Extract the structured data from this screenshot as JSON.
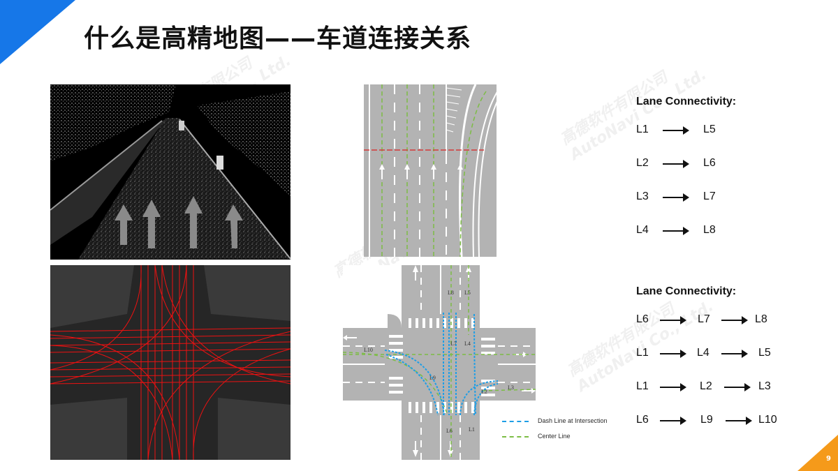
{
  "title": "什么是高精地图——车道连接关系",
  "page_number": "9",
  "watermark": {
    "cn": "高德软件有限公司",
    "en": "AutoNavi Co., Ltd."
  },
  "colors": {
    "accent_blue": "#1677e8",
    "accent_orange": "#f59a1a",
    "center_line": "#7cbd45",
    "dash_line": "#1e9ee6",
    "road": "#b3b3b3"
  },
  "connectivity_top": {
    "title": "Lane Connectivity:",
    "rows": [
      {
        "from": "L1",
        "to": "L5"
      },
      {
        "from": "L2",
        "to": "L6"
      },
      {
        "from": "L3",
        "to": "L7"
      },
      {
        "from": "L4",
        "to": "L8"
      }
    ]
  },
  "connectivity_bottom": {
    "title": "Lane Connectivity:",
    "rows": [
      {
        "a": "L6",
        "b": "L7",
        "c": "L8"
      },
      {
        "a": "L1",
        "b": "L4",
        "c": "L5"
      },
      {
        "a": "L1",
        "b": "L2",
        "c": "L3"
      },
      {
        "a": "L6",
        "b": "L9",
        "c": "L10"
      }
    ]
  },
  "intersection_labels": {
    "l8": "L8",
    "l5": "L5",
    "l7": "L7",
    "l4": "L4",
    "l10": "L10",
    "l9": "L9",
    "l3": "L3",
    "l2": "L2",
    "l6": "L6",
    "l1": "L1"
  },
  "legend": {
    "dash": "Dash Line at Intersection",
    "center": "Center Line"
  }
}
